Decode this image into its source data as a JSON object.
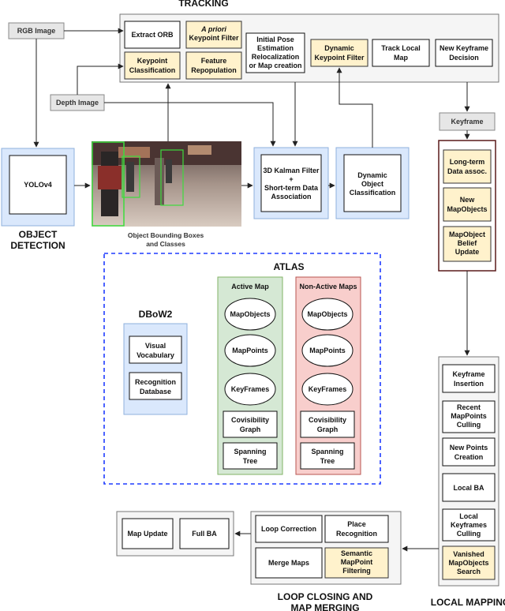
{
  "section_titles": {
    "tracking": "TRACKING",
    "object_detection_1": "OBJECT",
    "object_detection_2": "DETECTION",
    "atlas": "ATLAS",
    "local_mapping": "LOCAL MAPPING",
    "loop_1": "LOOP CLOSING AND",
    "loop_2": "MAP MERGING"
  },
  "inputs": {
    "rgb": "RGB Image",
    "depth": "Depth Image",
    "keyframe": "Keyframe"
  },
  "tracking": {
    "extract_orb": "Extract ORB",
    "apriori_1": "A priori",
    "apriori_2": "Keypoint Filter",
    "keypoint_class_1": "Keypoint",
    "keypoint_class_2": "Classification",
    "feature_repop_1": "Feature",
    "feature_repop_2": "Repopulation",
    "pose_1": "Initial Pose",
    "pose_2": "Estimation",
    "pose_3": "Relocalization",
    "pose_4": "or Map creation",
    "dyn_filter_1": "Dynamic",
    "dyn_filter_2": "Keypoint Filter",
    "track_local_1": "Track Local",
    "track_local_2": "Map",
    "new_kf_1": "New Keyframe",
    "new_kf_2": "Decision"
  },
  "detection": {
    "yolo": "YOLOv4",
    "caption_1": "Object Bounding Boxes",
    "caption_2": "and Classes",
    "kalman_1": "3D Kalman Filter",
    "kalman_2": "+",
    "kalman_3": "Short-term Data",
    "kalman_4": "Association",
    "dyn_obj_1": "Dynamic",
    "dyn_obj_2": "Object",
    "dyn_obj_3": "Classification"
  },
  "keyframe_stack": {
    "lt_1": "Long-term",
    "lt_2": "Data assoc.",
    "new_1": "New",
    "new_2": "MapObjects",
    "belief_1": "MapObject",
    "belief_2": "Belief",
    "belief_3": "Update"
  },
  "atlas": {
    "dbow_title": "DBoW2",
    "vv_1": "Visual",
    "vv_2": "Vocabulary",
    "rd_1": "Recognition",
    "rd_2": "Database",
    "active_title": "Active Map",
    "nonactive_title": "Non-Active Maps",
    "mapobjects": "MapObjects",
    "mappoints": "MapPoints",
    "keyframes": "KeyFrames",
    "cov_1": "Covisibility",
    "cov_2": "Graph",
    "span_1": "Spanning",
    "span_2": "Tree"
  },
  "local_mapping": {
    "kfi_1": "Keyframe",
    "kfi_2": "Insertion",
    "rmc_1": "Recent",
    "rmc_2": "MapPoints",
    "rmc_3": "Culling",
    "npc_1": "New Points",
    "npc_2": "Creation",
    "lba": "Local BA",
    "lkc_1": "Local",
    "lkc_2": "Keyframes",
    "lkc_3": "Culling",
    "vms_1": "Vanished",
    "vms_2": "MapObjects",
    "vms_3": "Search"
  },
  "loop": {
    "loop_correction": "Loop Correction",
    "place_1": "Place",
    "place_2": "Recognition",
    "merge_maps": "Merge Maps",
    "smf_1": "Semantic",
    "smf_2": "MapPoint",
    "smf_3": "Filtering",
    "map_update": "Map Update",
    "full_ba": "Full BA"
  },
  "colors": {
    "highlight_yellow": "#fff2cc",
    "detection_blue": "#dae8fc",
    "active_map_green": "#d5e8d4",
    "nonactive_map_red": "#f8cecc",
    "atlas_border_blue": "#1f3cff",
    "keyframe_stack_border": "#5a1a1a"
  },
  "icons": {
    "photo": "mall-scene-photo-with-bounding-boxes"
  }
}
